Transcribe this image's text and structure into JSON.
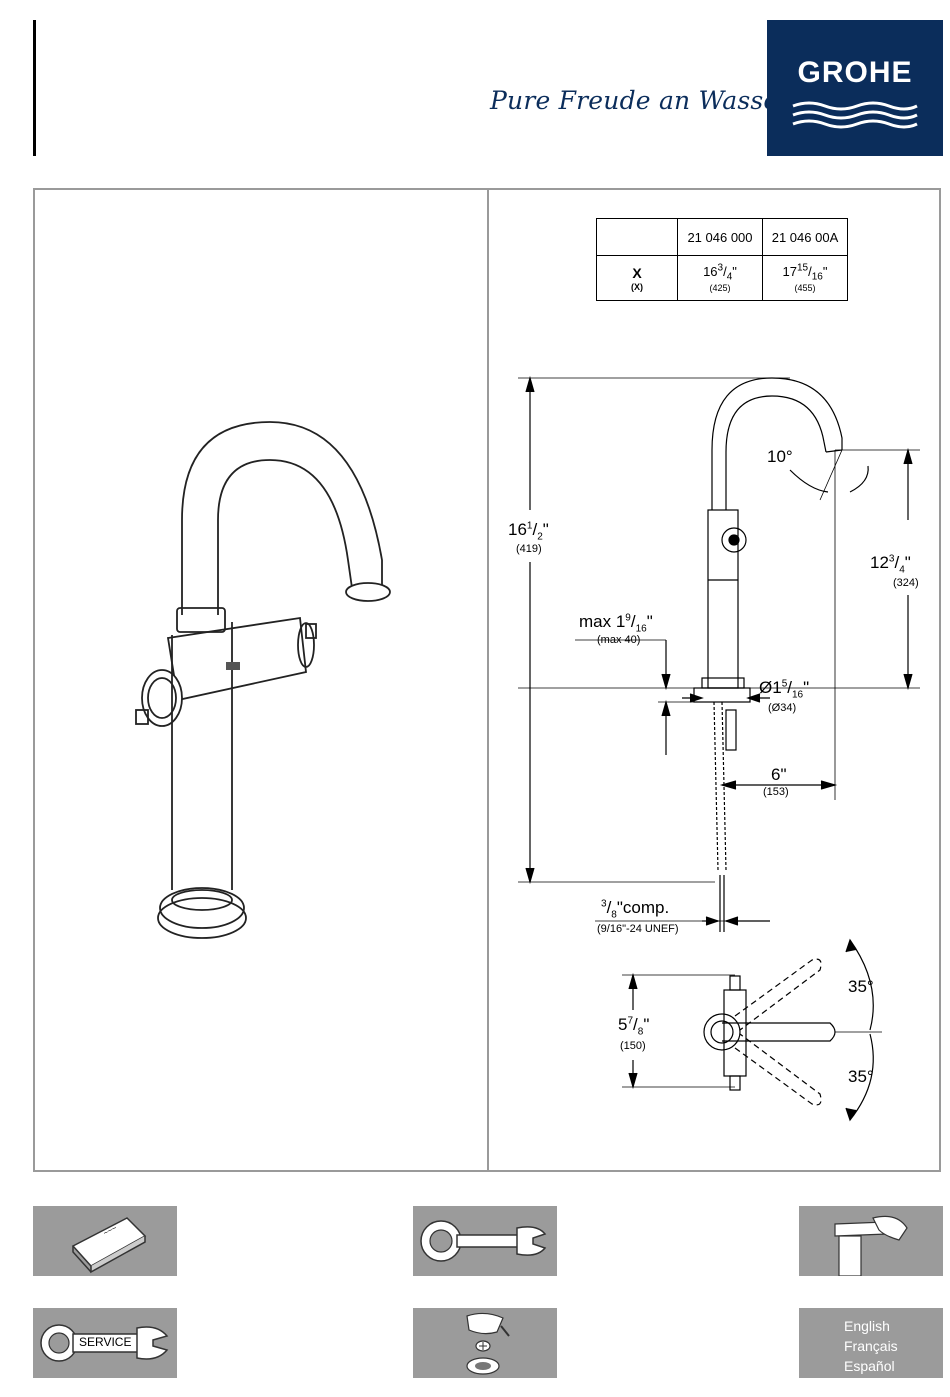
{
  "header": {
    "tagline": "Pure Freude an Wasser",
    "logo_text": "GROHE",
    "brand_color": "#0b2d5b"
  },
  "spec_table": {
    "columns": [
      "",
      "21 046 000",
      "21 046 00A"
    ],
    "row_label": "X",
    "row_label_sub": "(X)",
    "values": [
      {
        "main": "16",
        "num": "3",
        "den": "4",
        "unit": "\"",
        "metric": "(425)"
      },
      {
        "main": "17",
        "num": "15",
        "den": "16",
        "unit": "\"",
        "metric": "(455)"
      }
    ]
  },
  "dimensions": {
    "height_total": {
      "main": "16",
      "num": "1",
      "den": "2",
      "unit": "\"",
      "metric": "(419)"
    },
    "angle_spout": "10°",
    "spout_height": {
      "main": "12",
      "num": "3",
      "den": "4",
      "unit": "\"",
      "metric": "(324)"
    },
    "max_deck": {
      "prefix": "max 1",
      "num": "9",
      "den": "16",
      "unit": "\"",
      "metric": "(max 40)"
    },
    "hole_dia": {
      "prefix": "Ø1",
      "num": "5",
      "den": "16",
      "unit": "\"",
      "metric": "(Ø34)"
    },
    "reach": {
      "main": "6\"",
      "metric": "(153)"
    },
    "connection": {
      "num": "3",
      "den": "8",
      "text": "\"comp.",
      "metric": "(9/16\"-24 UNEF)"
    },
    "lever_span": {
      "main": "5",
      "num": "7",
      "den": "8",
      "unit": "\"",
      "metric": "(150)"
    },
    "angle_top": "35°",
    "angle_bottom": "35°"
  },
  "footer": {
    "service_label": "SERVICE",
    "languages": [
      "English",
      "Français",
      "Español"
    ],
    "tile_color": "#9b9b9b"
  }
}
